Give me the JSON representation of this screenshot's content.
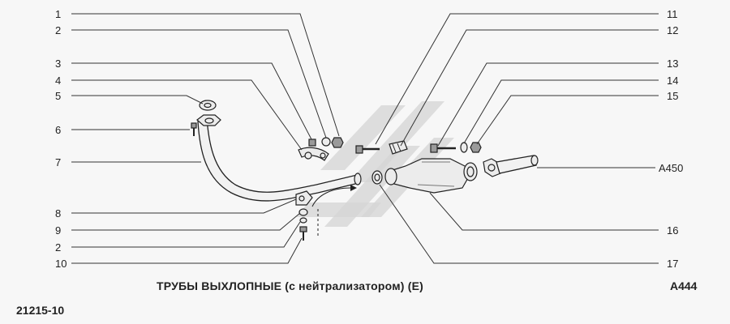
{
  "caption": "ТРУБЫ ВЫХЛОПНЫЕ (с нейтрализатором) (Е)",
  "figure_code": "А444",
  "model_code": "21215-10",
  "callouts_left": [
    {
      "label": "1"
    },
    {
      "label": "2"
    },
    {
      "label": "3"
    },
    {
      "label": "4"
    },
    {
      "label": "5"
    },
    {
      "label": "6"
    },
    {
      "label": "7"
    },
    {
      "label": "8"
    },
    {
      "label": "9"
    },
    {
      "label": "2"
    },
    {
      "label": "10"
    }
  ],
  "callouts_right": [
    {
      "label": "11"
    },
    {
      "label": "12"
    },
    {
      "label": "13"
    },
    {
      "label": "14"
    },
    {
      "label": "15"
    },
    {
      "label": "A450"
    },
    {
      "label": "16"
    },
    {
      "label": "17"
    }
  ]
}
